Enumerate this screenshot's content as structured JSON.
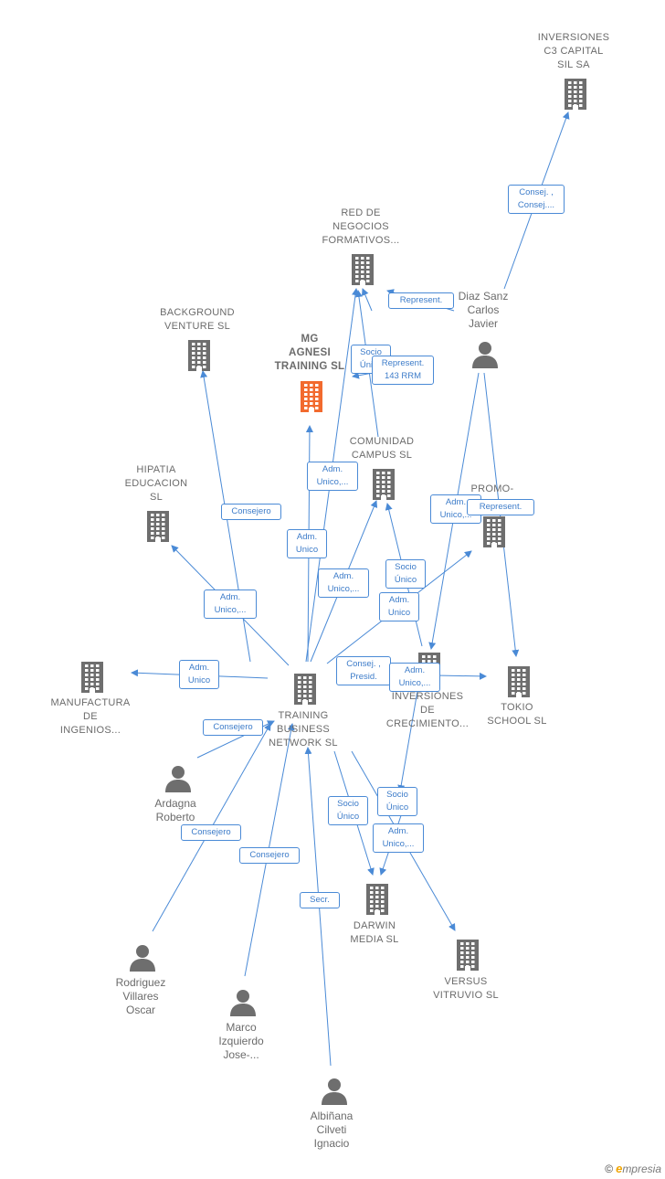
{
  "colors": {
    "edge": "#4a8ad6",
    "company_icon": "#6e6e6e",
    "focus_icon": "#f26a2e",
    "person_icon": "#6e6e6e",
    "label_text": "#6b6b6b",
    "edge_label_text": "#3d7cc9",
    "brand_accent": "#f0a400"
  },
  "nodes": {
    "inversiones_c3": {
      "label": "INVERSIONES\nC3 CAPITAL\nSIL SA",
      "kind": "company",
      "icon": "building-icon"
    },
    "red_negocios": {
      "label": "RED DE\nNEGOCIOS\nFORMATIVOS...",
      "kind": "company",
      "icon": "building-icon"
    },
    "diaz_sanz": {
      "label": "Diaz Sanz\nCarlos\nJavier",
      "kind": "person",
      "icon": "person-icon"
    },
    "background_venture": {
      "label": "BACKGROUND\nVENTURE SL",
      "kind": "company",
      "icon": "building-icon"
    },
    "mg_agnesi": {
      "label": "MG\nAGNESI\nTRAINING SL",
      "kind": "focus",
      "icon": "building-icon"
    },
    "comunidad_campus": {
      "label": "COMUNIDAD\nCAMPUS SL",
      "kind": "company",
      "icon": "building-icon"
    },
    "hipatia": {
      "label": "HIPATIA\nEDUCACION\nSL",
      "kind": "company",
      "icon": "building-icon"
    },
    "promo": {
      "label": "PROMO-",
      "kind": "company",
      "icon": "building-icon"
    },
    "manufactura": {
      "label": "MANUFACTURA\nDE\nINGENIOS...",
      "kind": "company",
      "icon": "building-icon"
    },
    "training_business": {
      "label": "TRAINING\nBUSINESS\nNETWORK SL",
      "kind": "company",
      "icon": "building-icon"
    },
    "inversiones_crecimiento": {
      "label": "INVERSIONES\nDE\nCRECIMIENTO...",
      "kind": "company",
      "icon": "building-icon"
    },
    "tokio_school": {
      "label": "TOKIO\nSCHOOL SL",
      "kind": "company",
      "icon": "building-icon"
    },
    "ardagna": {
      "label": "Ardagna\nRoberto",
      "kind": "person",
      "icon": "person-icon"
    },
    "darwin_media": {
      "label": "DARWIN\nMEDIA SL",
      "kind": "company",
      "icon": "building-icon"
    },
    "versus_vitruvio": {
      "label": "VERSUS\nVITRUVIO SL",
      "kind": "company",
      "icon": "building-icon"
    },
    "rodriguez": {
      "label": "Rodriguez\nVillares\nOscar",
      "kind": "person",
      "icon": "person-icon"
    },
    "marco": {
      "label": "Marco\nIzquierdo\nJose-...",
      "kind": "person",
      "icon": "person-icon"
    },
    "albinana": {
      "label": "Albiñana\nCilveti\nIgnacio",
      "kind": "person",
      "icon": "person-icon"
    }
  },
  "edge_labels": {
    "consej_c3": "Consej. ,\nConsej....",
    "represent_red": "Represent.",
    "socio_unico_red": "Socio\nÚnico",
    "represent_143": "Represent.\n143 RRM",
    "consejero_background": "Consejero",
    "adm_unico_red": "Adm.\nUnico,...",
    "adm_unico_mg": "Adm.\nUnico",
    "adm_unico_comunidad": "Adm.\nUnico,...",
    "adm_unico_promo_diaz": "Adm.\nUnico,...",
    "represent_promo": "Represent.",
    "adm_unico_hipatia": "Adm.\nUnico,...",
    "socio_unico_comunidad": "Socio\nÚnico",
    "adm_unico_promo": "Adm.\nUnico",
    "adm_unico_manufactura": "Adm.\nUnico",
    "consej_presid": "Consej. ,\nPresid.",
    "adm_unico_inversiones": "Adm.\nUnico,...",
    "consejero_ardagna": "Consejero",
    "socio_unico_darwin": "Socio\nÚnico",
    "socio_unico_versus": "Socio\nÚnico",
    "adm_unico_darwin": "Adm.\nUnico,...",
    "consejero_rodriguez": "Consejero",
    "consejero_marco": "Consejero",
    "secr_albinana": "Secr."
  },
  "brand": {
    "copyright": "©",
    "initial": "e",
    "rest": "mpresia"
  }
}
